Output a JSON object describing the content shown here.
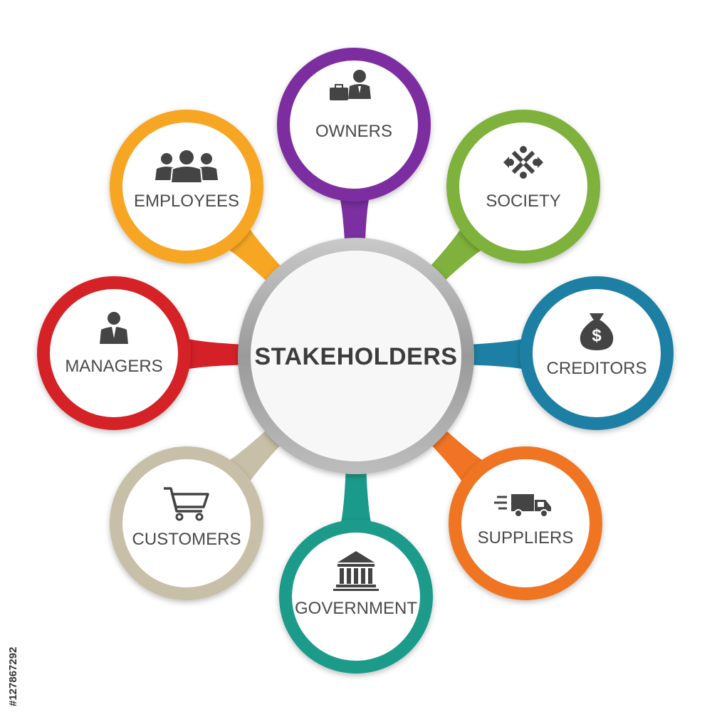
{
  "center": {
    "label": "STAKEHOLDERS"
  },
  "nodes": [
    {
      "label": "OWNERS",
      "color": "#7b2fa0",
      "icon": "businessman-briefcase-icon"
    },
    {
      "label": "SOCIETY",
      "color": "#7fb13c",
      "icon": "society-icon"
    },
    {
      "label": "CREDITORS",
      "color": "#1c7fa3",
      "icon": "money-bag-icon"
    },
    {
      "label": "SUPPLIERS",
      "color": "#f07423",
      "icon": "delivery-truck-icon"
    },
    {
      "label": "GOVERNMENT",
      "color": "#1a9a8a",
      "icon": "government-building-icon"
    },
    {
      "label": "CUSTOMERS",
      "color": "#c8bfa8",
      "icon": "shopping-cart-icon"
    },
    {
      "label": "MANAGERS",
      "color": "#d42027",
      "icon": "manager-icon"
    },
    {
      "label": "EMPLOYEES",
      "color": "#f6a623",
      "icon": "employees-group-icon"
    }
  ],
  "watermark": {
    "text": "#127867292"
  }
}
